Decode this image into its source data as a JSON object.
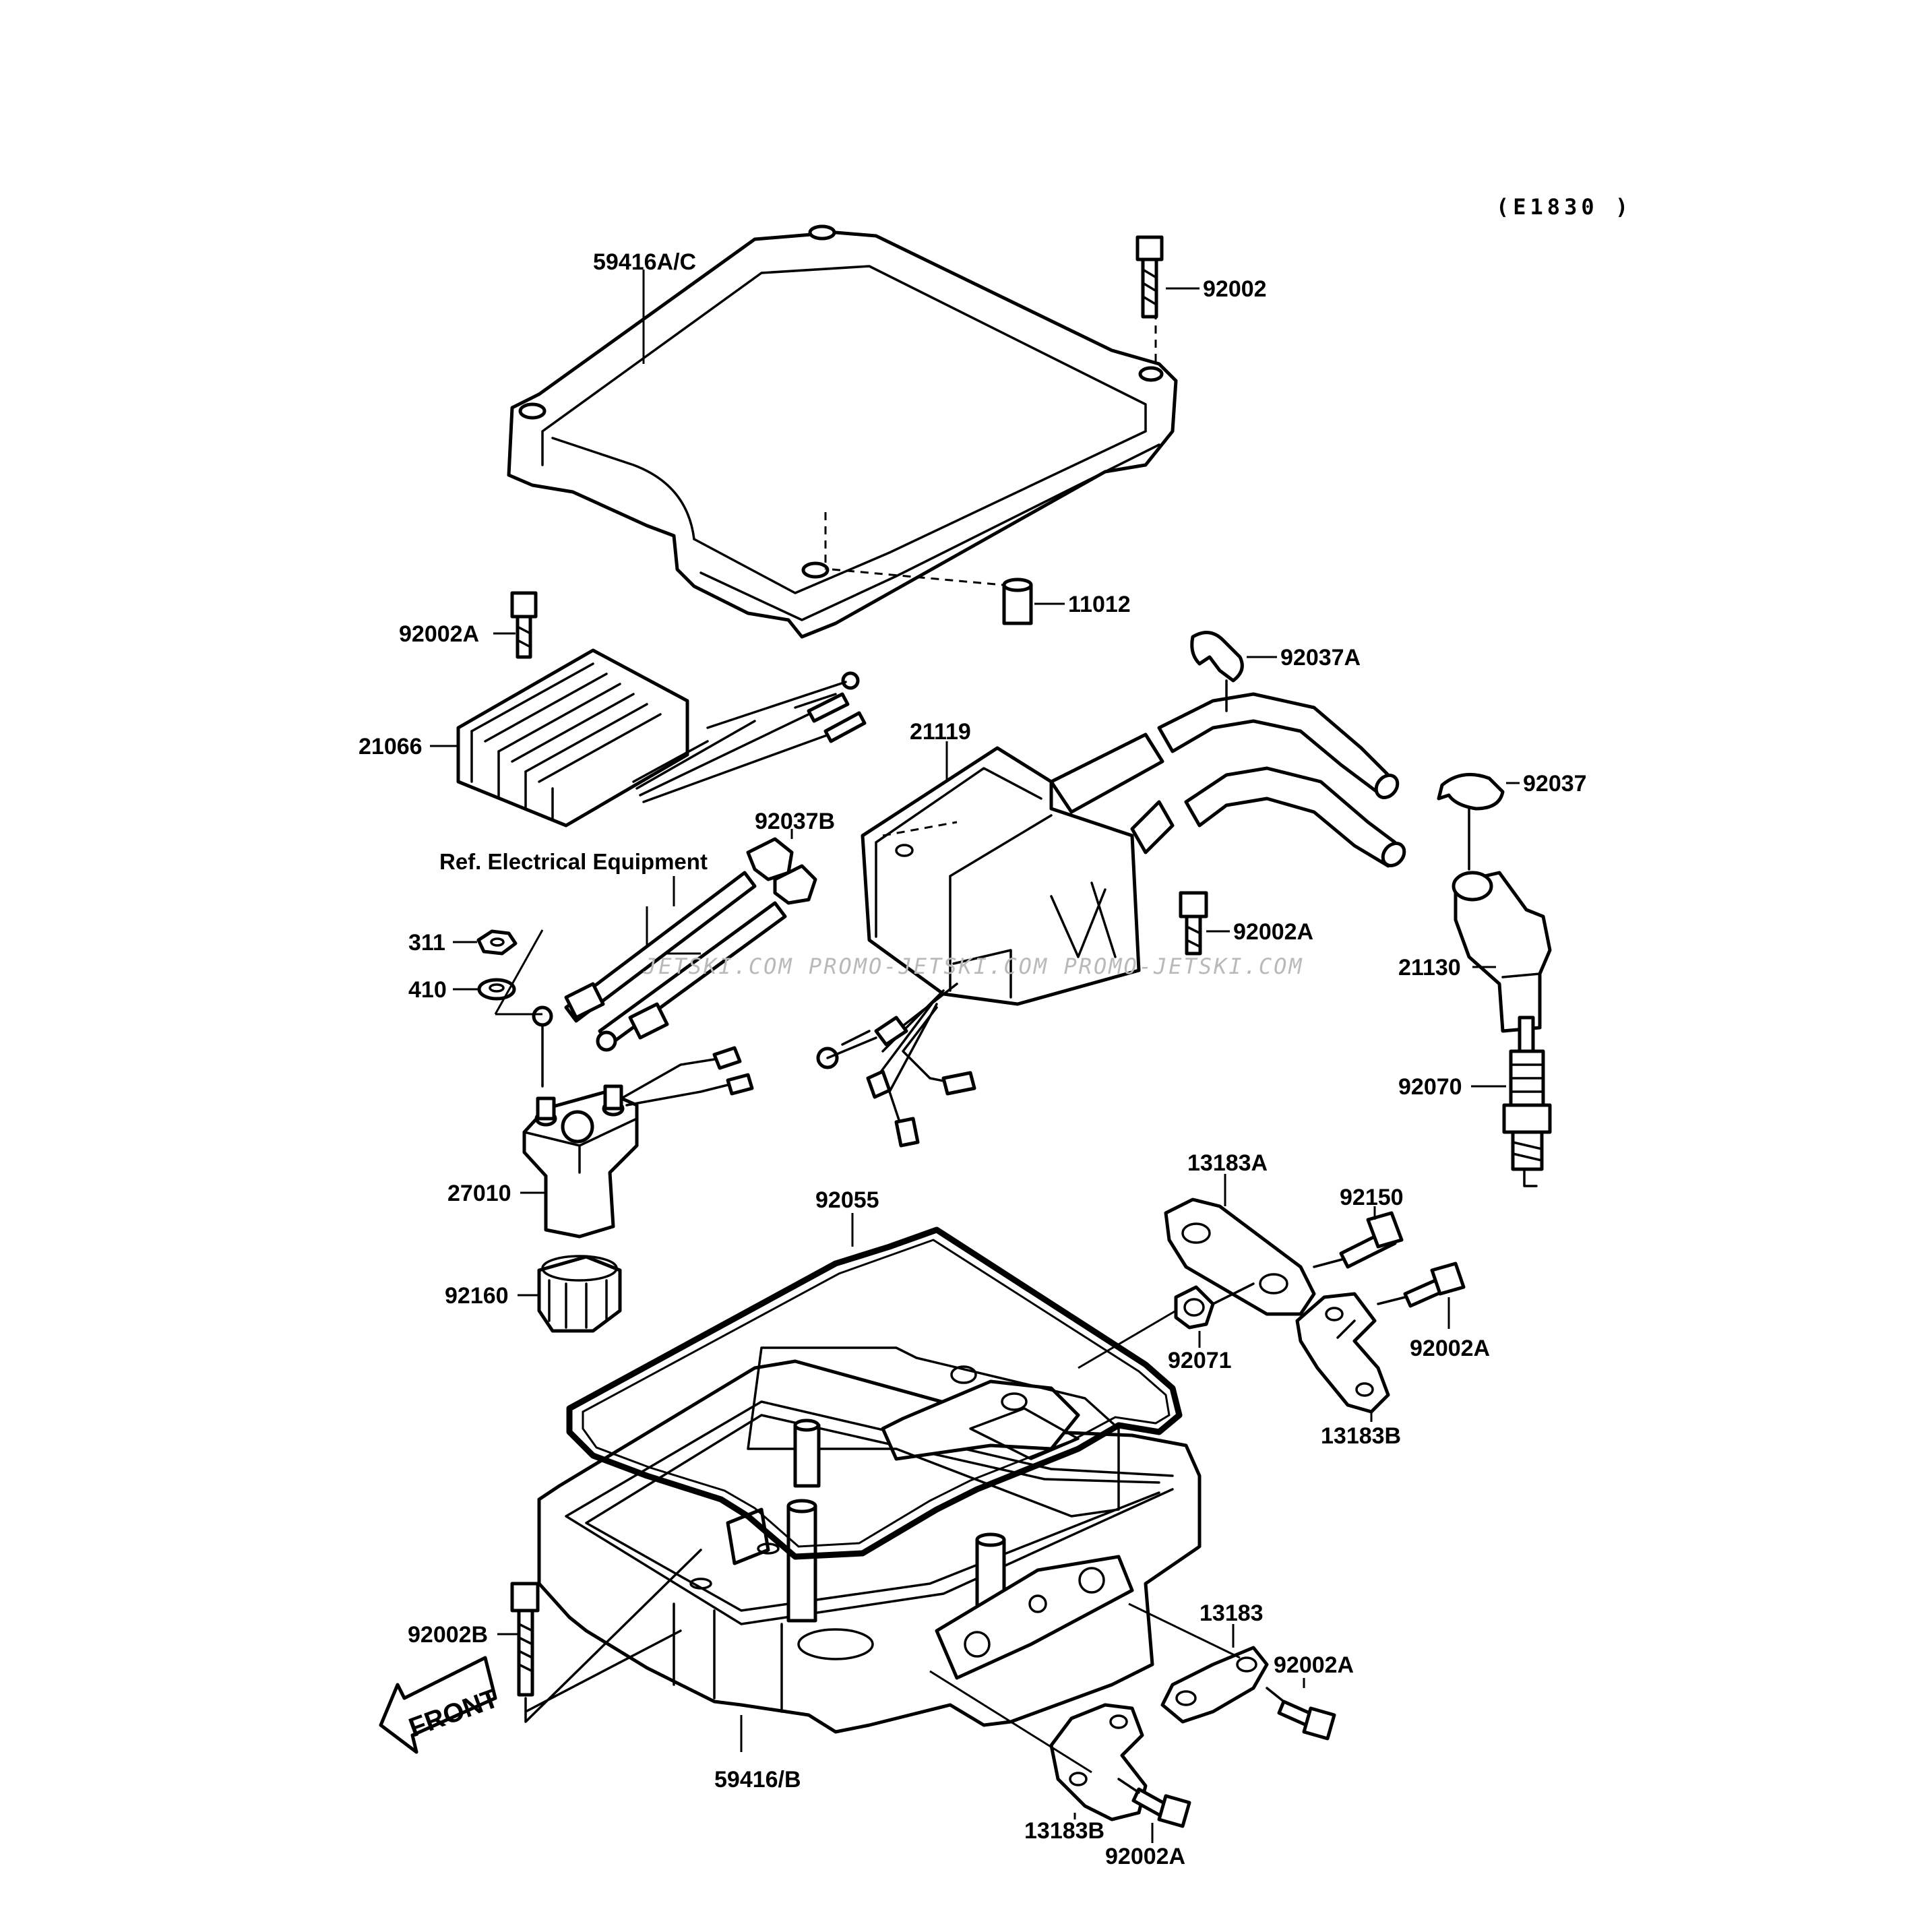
{
  "diagram_code": "(E1830 )",
  "watermark": "JETSKI.COM  PROMO-JETSKI.COM  PROMO-JETSKI.COM",
  "reference_note": "Ref. Electrical Equipment",
  "front_marker": "FRONT",
  "parts": {
    "p_59416ac": "59416A/C",
    "p_92002_top": "92002",
    "p_11012": "11012",
    "p_92002a_1": "92002A",
    "p_92037a": "92037A",
    "p_21066": "21066",
    "p_21119": "21119",
    "p_92037": "92037",
    "p_92037b": "92037B",
    "p_311": "311",
    "p_410": "410",
    "p_92002a_2": "92002A",
    "p_21130": "21130",
    "p_92070": "92070",
    "p_27010": "27010",
    "p_13183a": "13183A",
    "p_92150": "92150",
    "p_92055": "92055",
    "p_92160": "92160",
    "p_92071": "92071",
    "p_92002a_3": "92002A",
    "p_13183b_1": "13183B",
    "p_92002b": "92002B",
    "p_13183": "13183",
    "p_92002a_4": "92002A",
    "p_59416b": "59416/B",
    "p_13183b_2": "13183B",
    "p_92002a_5": "92002A"
  }
}
